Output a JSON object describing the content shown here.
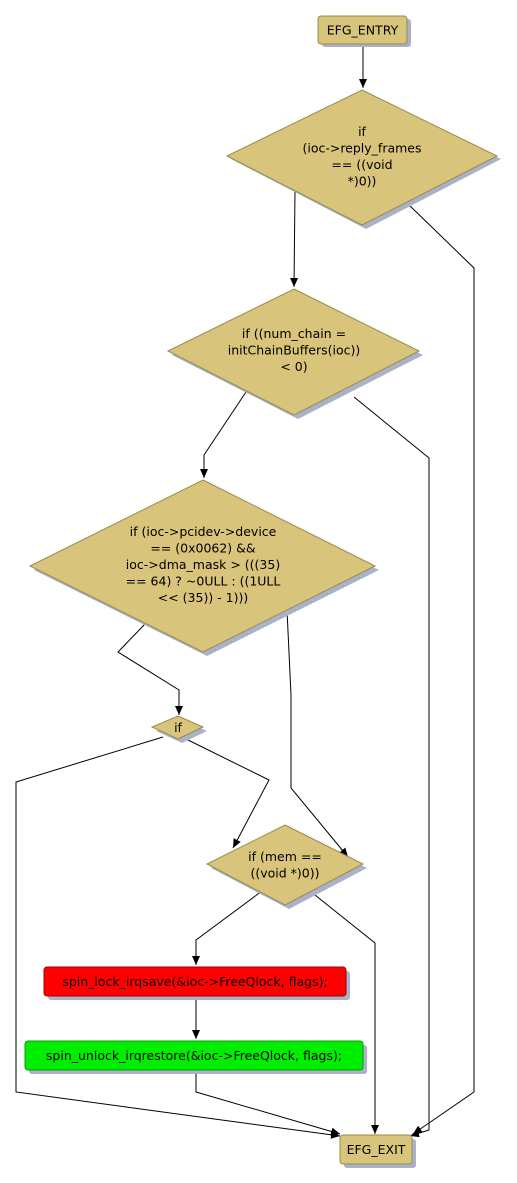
{
  "colors": {
    "decision_fill": "#d8c47a",
    "terminal_fill": "#d8c47a",
    "shadow": "#a9b2c8",
    "red_box": "#ff0000",
    "green_box": "#00ee00",
    "edge": "#000000"
  },
  "nodes": {
    "entry": {
      "label": "EFG_ENTRY"
    },
    "d1": {
      "lines": [
        "if",
        "(ioc->reply_frames",
        "== ((void",
        "*)0))"
      ]
    },
    "d2": {
      "lines": [
        "if ((num_chain =",
        "initChainBuffers(ioc))",
        "< 0)"
      ]
    },
    "d3": {
      "lines": [
        "if (ioc->pcidev->device",
        "== (0x0062) &&",
        "ioc->dma_mask > (((35)",
        "== 64) ? ~0ULL : ((1ULL",
        "<< (35)) - 1)))"
      ]
    },
    "d4": {
      "lines": [
        "if"
      ]
    },
    "d5": {
      "lines": [
        "if (mem ==",
        "((void *)0))"
      ]
    },
    "lock": {
      "label": "spin_lock_irqsave(&ioc->FreeQlock, flags);"
    },
    "unlock": {
      "label": "spin_unlock_irqrestore(&ioc->FreeQlock, flags);"
    },
    "exit": {
      "label": "EFG_EXIT"
    }
  }
}
